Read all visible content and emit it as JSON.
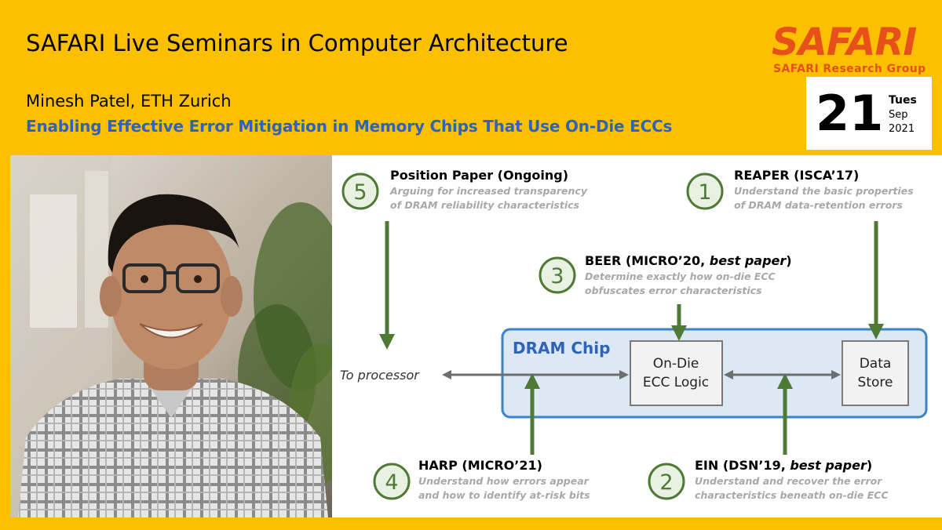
{
  "header": {
    "series_title": "SAFARI Live Seminars in Computer Architecture",
    "speaker": "Minesh Patel, ETH Zurich",
    "talk_title": "Enabling Effective Error Mitigation in Memory Chips That Use On-Die ECCs"
  },
  "logo": {
    "text": "SAFARI",
    "subtitle": "SAFARI Research Group"
  },
  "date": {
    "day": "21",
    "weekday": "Tues",
    "month": "Sep",
    "year": "2021"
  },
  "colors": {
    "background": "#FDC000",
    "title_blue": "#2F63B8",
    "logo_orange": "#E8501A",
    "arrow_green": "#4E7A35",
    "chip_fill": "#DCE8F4",
    "chip_border": "#3D82C4"
  },
  "diagram": {
    "chip_label": "DRAM Chip",
    "processor_label": "To processor",
    "ecc_box": {
      "line1": "On-Die",
      "line2": "ECC Logic"
    },
    "store_box": {
      "line1": "Data",
      "line2": "Store"
    },
    "items": [
      {
        "num": "5",
        "title": "Position Paper (Ongoing)",
        "desc1": "Arguing for increased transparency",
        "desc2": "of DRAM reliability characteristics"
      },
      {
        "num": "1",
        "title": "REAPER (ISCA’17)",
        "desc1": "Understand the basic properties",
        "desc2": "of DRAM data-retention errors"
      },
      {
        "num": "3",
        "title_main": "BEER (MICRO’20, ",
        "title_em": "best paper",
        "title_end": ")",
        "desc1": "Determine exactly how on-die ECC",
        "desc2": "obfuscates error characteristics"
      },
      {
        "num": "4",
        "title": "HARP (MICRO’21)",
        "desc1": "Understand how errors appear",
        "desc2": "and how to identify at-risk bits"
      },
      {
        "num": "2",
        "title_main": "EIN (DSN’19, ",
        "title_em": "best paper",
        "title_end": ")",
        "desc1": "Understand and recover the error",
        "desc2": "characteristics beneath on-die ECC"
      }
    ]
  }
}
